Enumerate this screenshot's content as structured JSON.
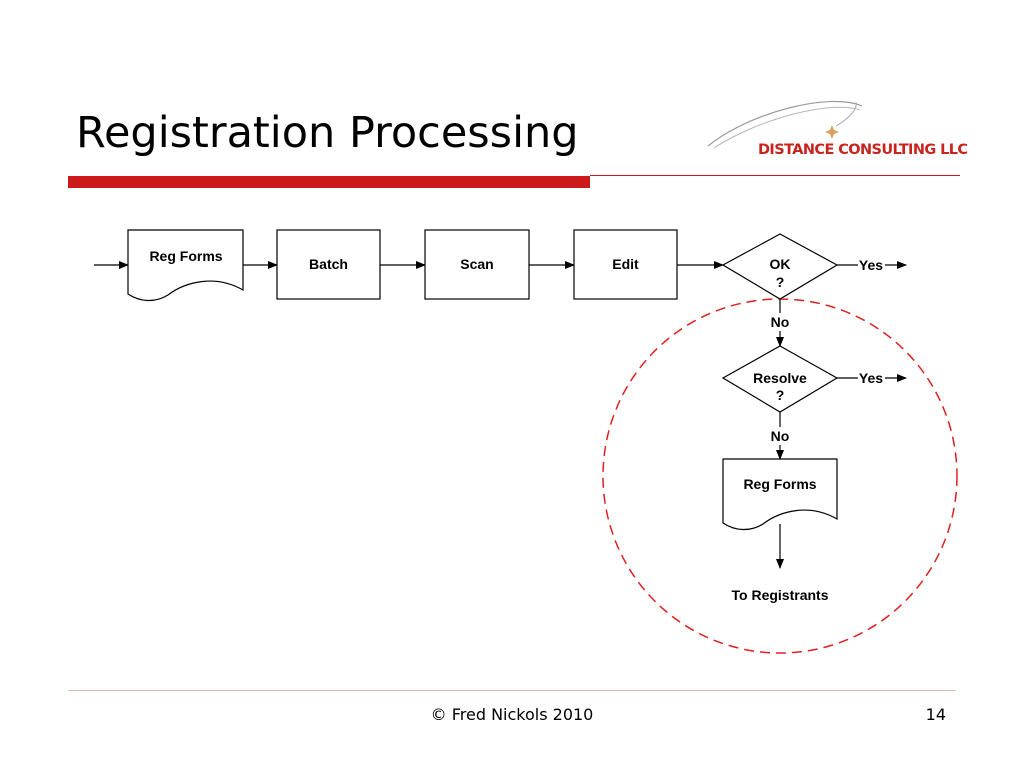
{
  "slide": {
    "title": "Registration Processing",
    "page_number": "14",
    "footer_credit": "© Fred Nickols 2010"
  },
  "logo": {
    "text": "DISTANCE CONSULTING LLC",
    "icon": "swoosh-star-icon"
  },
  "colors": {
    "accent_red": "#cc1a1a",
    "logo_red": "#c8241d",
    "logo_swoosh": "#999999"
  },
  "flowchart": {
    "reg_forms_in": "Reg Forms",
    "batch": "Batch",
    "scan": "Scan",
    "edit": "Edit",
    "ok_decision": {
      "line1": "OK",
      "line2": "?"
    },
    "ok_yes": "Yes",
    "ok_no": "No",
    "resolve_decision": {
      "line1": "Resolve",
      "line2": "?"
    },
    "resolve_yes": "Yes",
    "resolve_no": "No",
    "reg_forms_out": "Reg Forms",
    "to_registrants": "To Registrants"
  }
}
